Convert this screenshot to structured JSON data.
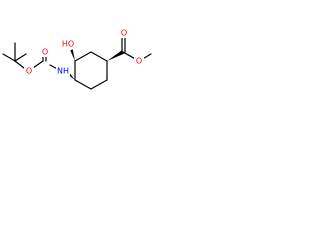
{
  "molecule": {
    "atoms": {
      "ester_o_single": "O",
      "ester_o_double": "O",
      "hydroxyl": "HO",
      "carbamate_o_double": "O",
      "carbamate_o_single": "O",
      "amine": "NH"
    },
    "colors": {
      "oxygen": "#ff0000",
      "nitrogen": "#0000ff",
      "bond": "#000000"
    }
  }
}
